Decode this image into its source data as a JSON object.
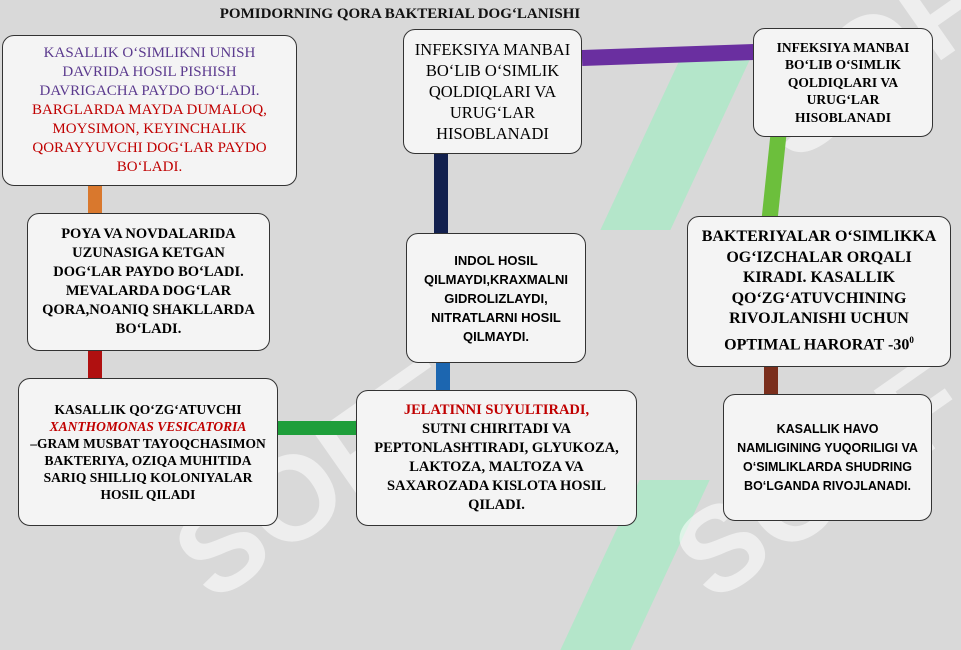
{
  "title": "POMIDORNING QORA BAKTERIAL DOG‘LANISHI",
  "boxes": {
    "top_left": {
      "part1": "KASALLIK O‘SIMLIKNI UNISH DAVRIDA HOSIL PISHISH DAVRIGACHA PAYDO BO‘LADI.",
      "part2": "BARGLARDA MAYDA DUMALOQ, MOYSIMON, KEYINCHALIK QORAYYUVCHI DOG‘LAR PAYDO BO‘LADI."
    },
    "mid_left": "POYA VA NOVDALARIDA UZUNASIGA KETGAN DOG‘LAR PAYDO BO‘LADI. MEVALARDA DOG‘LAR QORA,NOANIQ SHAKLLARDA BO‘LADI.",
    "bottom_left": {
      "line1": "KASALLIK QO‘ZG‘ATUVCHI",
      "species": "XANTHOMONAS VESICATORIA",
      "rest": "–GRAM MUSBAT TAYOQCHASIMON BAKTERIYA, OZIQA MUHITIDA SARIQ SHILLIQ KOLONIYALAR HOSIL QILADI"
    },
    "top_center": "INFEKSIYA MANBAI BO‘LIB O‘SIMLIK QOLDIQLARI VA URUG‘LAR HISOBLANADI",
    "mid_center": "INDOL HOSIL QILMAYDI,KRAXMALNI GIDROLIZLAYDI, NITRATLARNI HOSIL QILMAYDI.",
    "bottom_center": {
      "highlight": "JELATINNI SUYULTIRADI,",
      "rest": "SUTNI CHIRITADI VA PEPTONLASHTIRADI, GLYUKOZA, LAKTOZA, MALTOZA VA SAXAROZADA KISLOTA HOSIL QILADI."
    },
    "top_right": "INFEKSIYA MANBAI BO‘LIB O‘SIMLIK QOLDIQLARI VA URUG‘LAR HISOBLANADI",
    "mid_right": {
      "text": "BAKTERIYALAR O‘SIMLIKKA OG‘IZCHALAR ORQALI KIRADI. KASALLIK QO‘ZG‘ATUVCHINING RIVOJLANISHI UCHUN OPTIMAL HARORAT -30",
      "sup": "0"
    },
    "bottom_right": "KASALLIK HAVO NAMLIGINING YUQORILIGI VA O‘SIMLIKLARDA SHUDRING BO‘LGANDA RIVOJLANADI."
  },
  "watermark": "SOFF",
  "colors": {
    "connector_orange": "#d9782d",
    "connector_darkred": "#b01010",
    "connector_green": "#1e9e3a",
    "connector_blue": "#1c66b0",
    "connector_navy": "#12204e",
    "connector_purple": "#6a2fa0",
    "connector_lime": "#6cbf3c",
    "connector_brown": "#7a2e1c"
  }
}
